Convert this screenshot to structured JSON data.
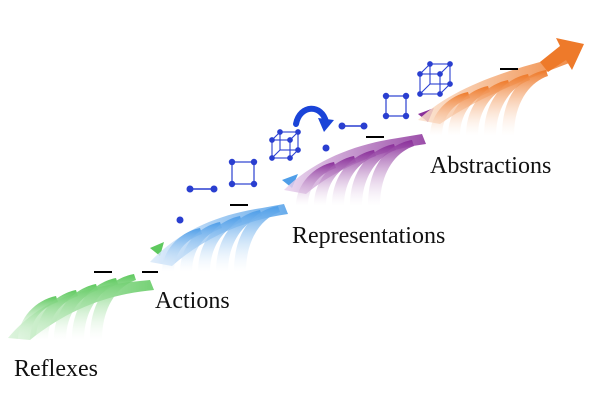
{
  "labels": {
    "reflexes": "Reflexes",
    "actions": "Actions",
    "representations": "Representations",
    "abstractions": "Abstractions"
  },
  "colors": {
    "reflexes": "#5ec95e",
    "actions": "#4f9ee8",
    "representations": "#8a2f9a",
    "abstractions": "#ee7a2a",
    "nodes": "#2a3fd0",
    "curl_arrow": "#1a44d8"
  },
  "icons": [
    "curl-arrow-icon",
    "molecule-node-icon",
    "square-lattice-icon",
    "cube-lattice-icon"
  ]
}
